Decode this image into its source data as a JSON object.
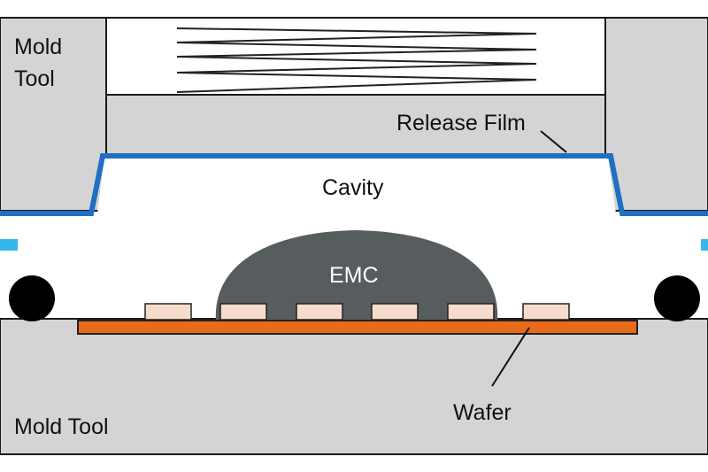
{
  "labels": {
    "mold_tool_top_line1": "Mold",
    "mold_tool_top_line2": "Tool",
    "release_film": "Release Film",
    "cavity": "Cavity",
    "emc": "EMC",
    "wafer": "Wafer",
    "mold_tool_bottom": "Mold Tool"
  },
  "colors": {
    "mold_tool": "#d4d4d4",
    "release_film": "#1f6fc4",
    "emc": "#575c5e",
    "wafer": "#e76b1b",
    "die": "#f8dccb",
    "seal": "#000000",
    "vacuum_port": "#35b7ec",
    "outline": "#1a1a1a"
  },
  "dies": {
    "count": 6
  }
}
